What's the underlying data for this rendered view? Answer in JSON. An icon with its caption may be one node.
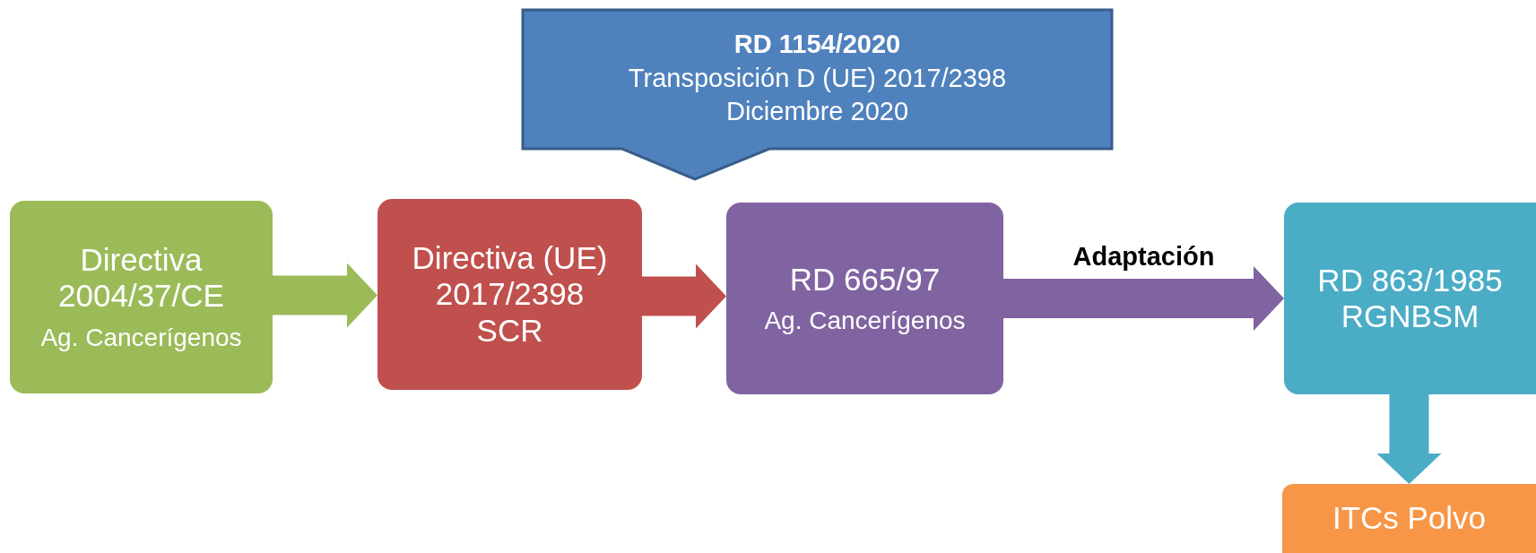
{
  "diagram": {
    "nodes": [
      {
        "text": [
          "Directiva 2004/37/CE",
          "Ag. Cancerígenos"
        ]
      },
      {
        "text": [
          "Directiva (UE) 2017/2398",
          "SCR"
        ]
      },
      {
        "text": [
          "RD 1154/2020",
          "Transposición D (UE) 2017/2398",
          "Diciembre 2020"
        ]
      },
      {
        "text": [
          "RD 665/97",
          "Ag. Cancerígenos"
        ]
      },
      {
        "text": [
          "RD 863/1985",
          "RGNBSM"
        ]
      },
      {
        "text": [
          "ITCs Polvo"
        ]
      }
    ],
    "edges": [
      {
        "from": 0,
        "to": 1,
        "arrow": "to",
        "color": "#9bbb59"
      },
      {
        "from": 1,
        "to": 3,
        "arrow": "to",
        "color": "#c0504d"
      },
      {
        "from": 3,
        "to": 4,
        "arrow": "to",
        "color": "#8064a2",
        "label": "Adaptación"
      },
      {
        "from": 4,
        "to": 5,
        "arrow": "to",
        "color": "#4bacc6"
      }
    ]
  }
}
